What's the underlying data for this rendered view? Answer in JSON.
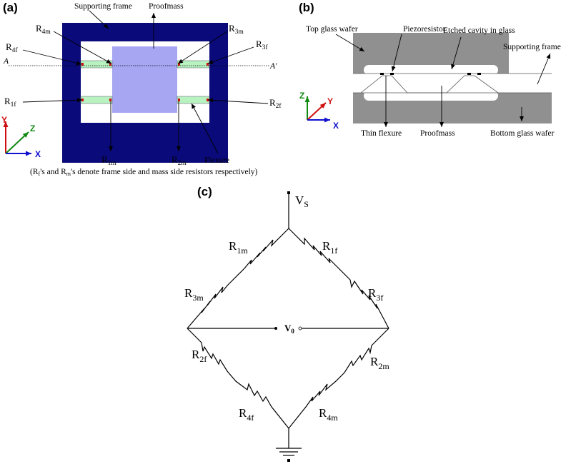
{
  "panel_a": {
    "label": "(a)",
    "supporting_frame": "Supporting frame",
    "proofmass": "Proofmass",
    "flexure": "Flexure",
    "resistors": {
      "r4m": {
        "main": "R",
        "sub": "4m"
      },
      "r3m": {
        "main": "R",
        "sub": "3m"
      },
      "r4f": {
        "main": "R",
        "sub": "4f"
      },
      "r3f": {
        "main": "R",
        "sub": "3f"
      },
      "r1f": {
        "main": "R",
        "sub": "1f"
      },
      "r2f": {
        "main": "R",
        "sub": "2f"
      },
      "r1m": {
        "main": "R",
        "sub": "1m"
      },
      "r2m": {
        "main": "R",
        "sub": "2m"
      }
    },
    "section_a": "A",
    "section_a_prime": "A′",
    "axes": {
      "y": "Y",
      "z": "Z",
      "x": "X"
    },
    "caption": {
      "r": "R",
      "sub_f": "f",
      "t1": "'s and R",
      "sub_m": "m",
      "t2": "'s denote frame side and mass side resistors respectively)",
      "open": "("
    }
  },
  "panel_b": {
    "label": "(b)",
    "top_glass_wafer": "Top glass wafer",
    "piezoresistor": "Piezoresistor",
    "etched_cavity": "Etched cavity in glass",
    "supporting_frame": "Supporting frame",
    "thin_flexure": "Thin flexure",
    "proofmass": "Proofmass",
    "bottom_glass_wafer": "Bottom glass wafer",
    "axes": {
      "z": "Z",
      "y": "Y",
      "x": "X"
    }
  },
  "panel_c": {
    "label": "(c)",
    "vs": {
      "main": "V",
      "sub": "S"
    },
    "v0": {
      "main": "V",
      "sub": "0"
    },
    "resistors": {
      "r1m": {
        "main": "R",
        "sub": "1m"
      },
      "r1f": {
        "main": "R",
        "sub": "1f"
      },
      "r3m": {
        "main": "R",
        "sub": "3m"
      },
      "r3f": {
        "main": "R",
        "sub": "3f"
      },
      "r2f": {
        "main": "R",
        "sub": "2f"
      },
      "r2m": {
        "main": "R",
        "sub": "2m"
      },
      "r4f": {
        "main": "R",
        "sub": "4f"
      },
      "r4m": {
        "main": "R",
        "sub": "4m"
      }
    }
  },
  "colors": {
    "frame": "#0a0a7a",
    "proofmass": "#a6a6f2",
    "flexure": "#b8f2c0",
    "glass": "#909090",
    "axis_x": "#1010d0",
    "axis_y": "#d01010",
    "axis_z": "#108a10"
  }
}
